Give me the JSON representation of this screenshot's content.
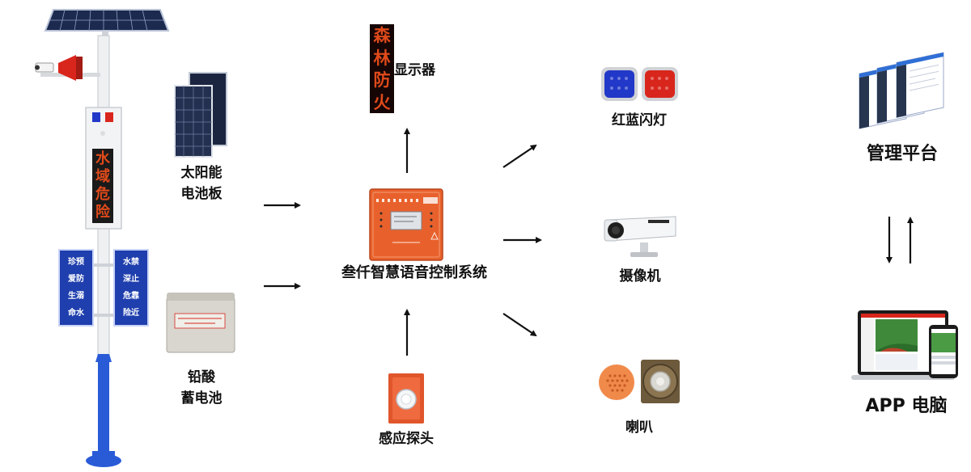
{
  "pole": {
    "sign_chars": [
      "水",
      "域",
      "危",
      "险"
    ],
    "panel_left": [
      "珍预",
      "爱防",
      "生溺",
      "命水"
    ],
    "panel_right": [
      "水禁",
      "深止",
      "危靠",
      "险近"
    ]
  },
  "solar_panel": {
    "label_line1": "太阳能",
    "label_line2": "电池板"
  },
  "battery": {
    "label_line1": "铅酸",
    "label_line2": "蓄电池"
  },
  "display": {
    "chars": [
      "森",
      "林",
      "防",
      "火"
    ],
    "label": "显示器"
  },
  "controller": {
    "label": "叁仟智慧语音控制系统"
  },
  "sensor": {
    "label": "感应探头"
  },
  "strobe": {
    "label": "红蓝闪灯"
  },
  "camera": {
    "label": "摄像机"
  },
  "speaker": {
    "label": "喇叭"
  },
  "platform": {
    "label": "管理平台"
  },
  "app": {
    "label": "APP 电脑"
  },
  "colors": {
    "orange": "#e8612c",
    "led_text": "#e04a1a",
    "pole_blue": "#2a5bd7",
    "panel_blue": "#1f3fae",
    "strobe_red": "#d9261c",
    "strobe_blue": "#2238c8"
  }
}
